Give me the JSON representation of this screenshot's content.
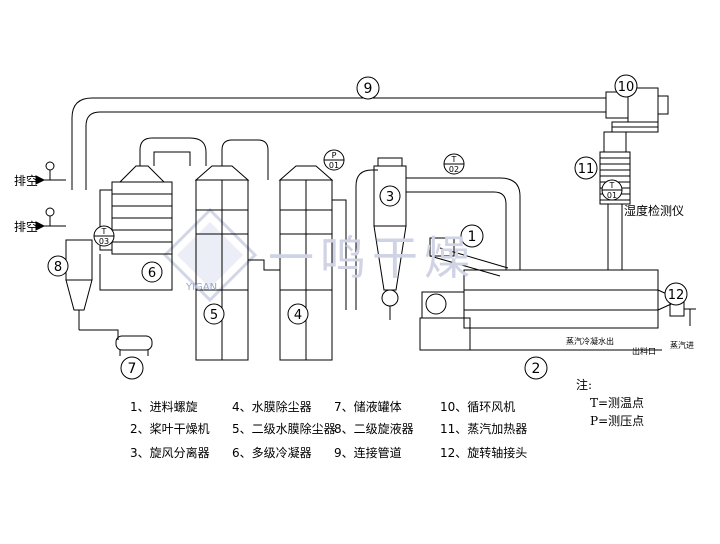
{
  "markers": {
    "m1": "1",
    "m2": "2",
    "m3": "3",
    "m4": "4",
    "m5": "5",
    "m6": "6",
    "m7": "7",
    "m8": "8",
    "m9": "9",
    "m10": "10",
    "m11": "11",
    "m12": "12"
  },
  "instruments": {
    "t01_letter": "T",
    "t01_num": "01",
    "t02_letter": "T",
    "t02_num": "02",
    "t03_letter": "T",
    "t03_num": "03",
    "p01_letter": "P",
    "p01_num": "01"
  },
  "labels": {
    "exhaust_top": "排空",
    "exhaust_bottom": "排空",
    "humidity": "湿度检测仪",
    "steam_drain": "蒸汽冷凝水出",
    "discharge": "出料口",
    "steam_in": "蒸汽进"
  },
  "watermark": {
    "text": "一鸣干燥",
    "brand": "YIGAN"
  },
  "legend": [
    [
      "1、进料螺旋",
      "4、水膜除尘器",
      "7、储液罐体",
      "10、循环风机"
    ],
    [
      "2、桨叶干燥机",
      "5、二级水膜除尘器",
      "8、二级旋液器",
      "11、蒸汽加热器"
    ],
    [
      "3、旋风分离器",
      "6、多级冷凝器",
      "9、连接管道",
      "12、旋转轴接头"
    ]
  ],
  "notes": {
    "title": "注:",
    "t_def": "T=测温点",
    "p_def": "P=测压点"
  }
}
